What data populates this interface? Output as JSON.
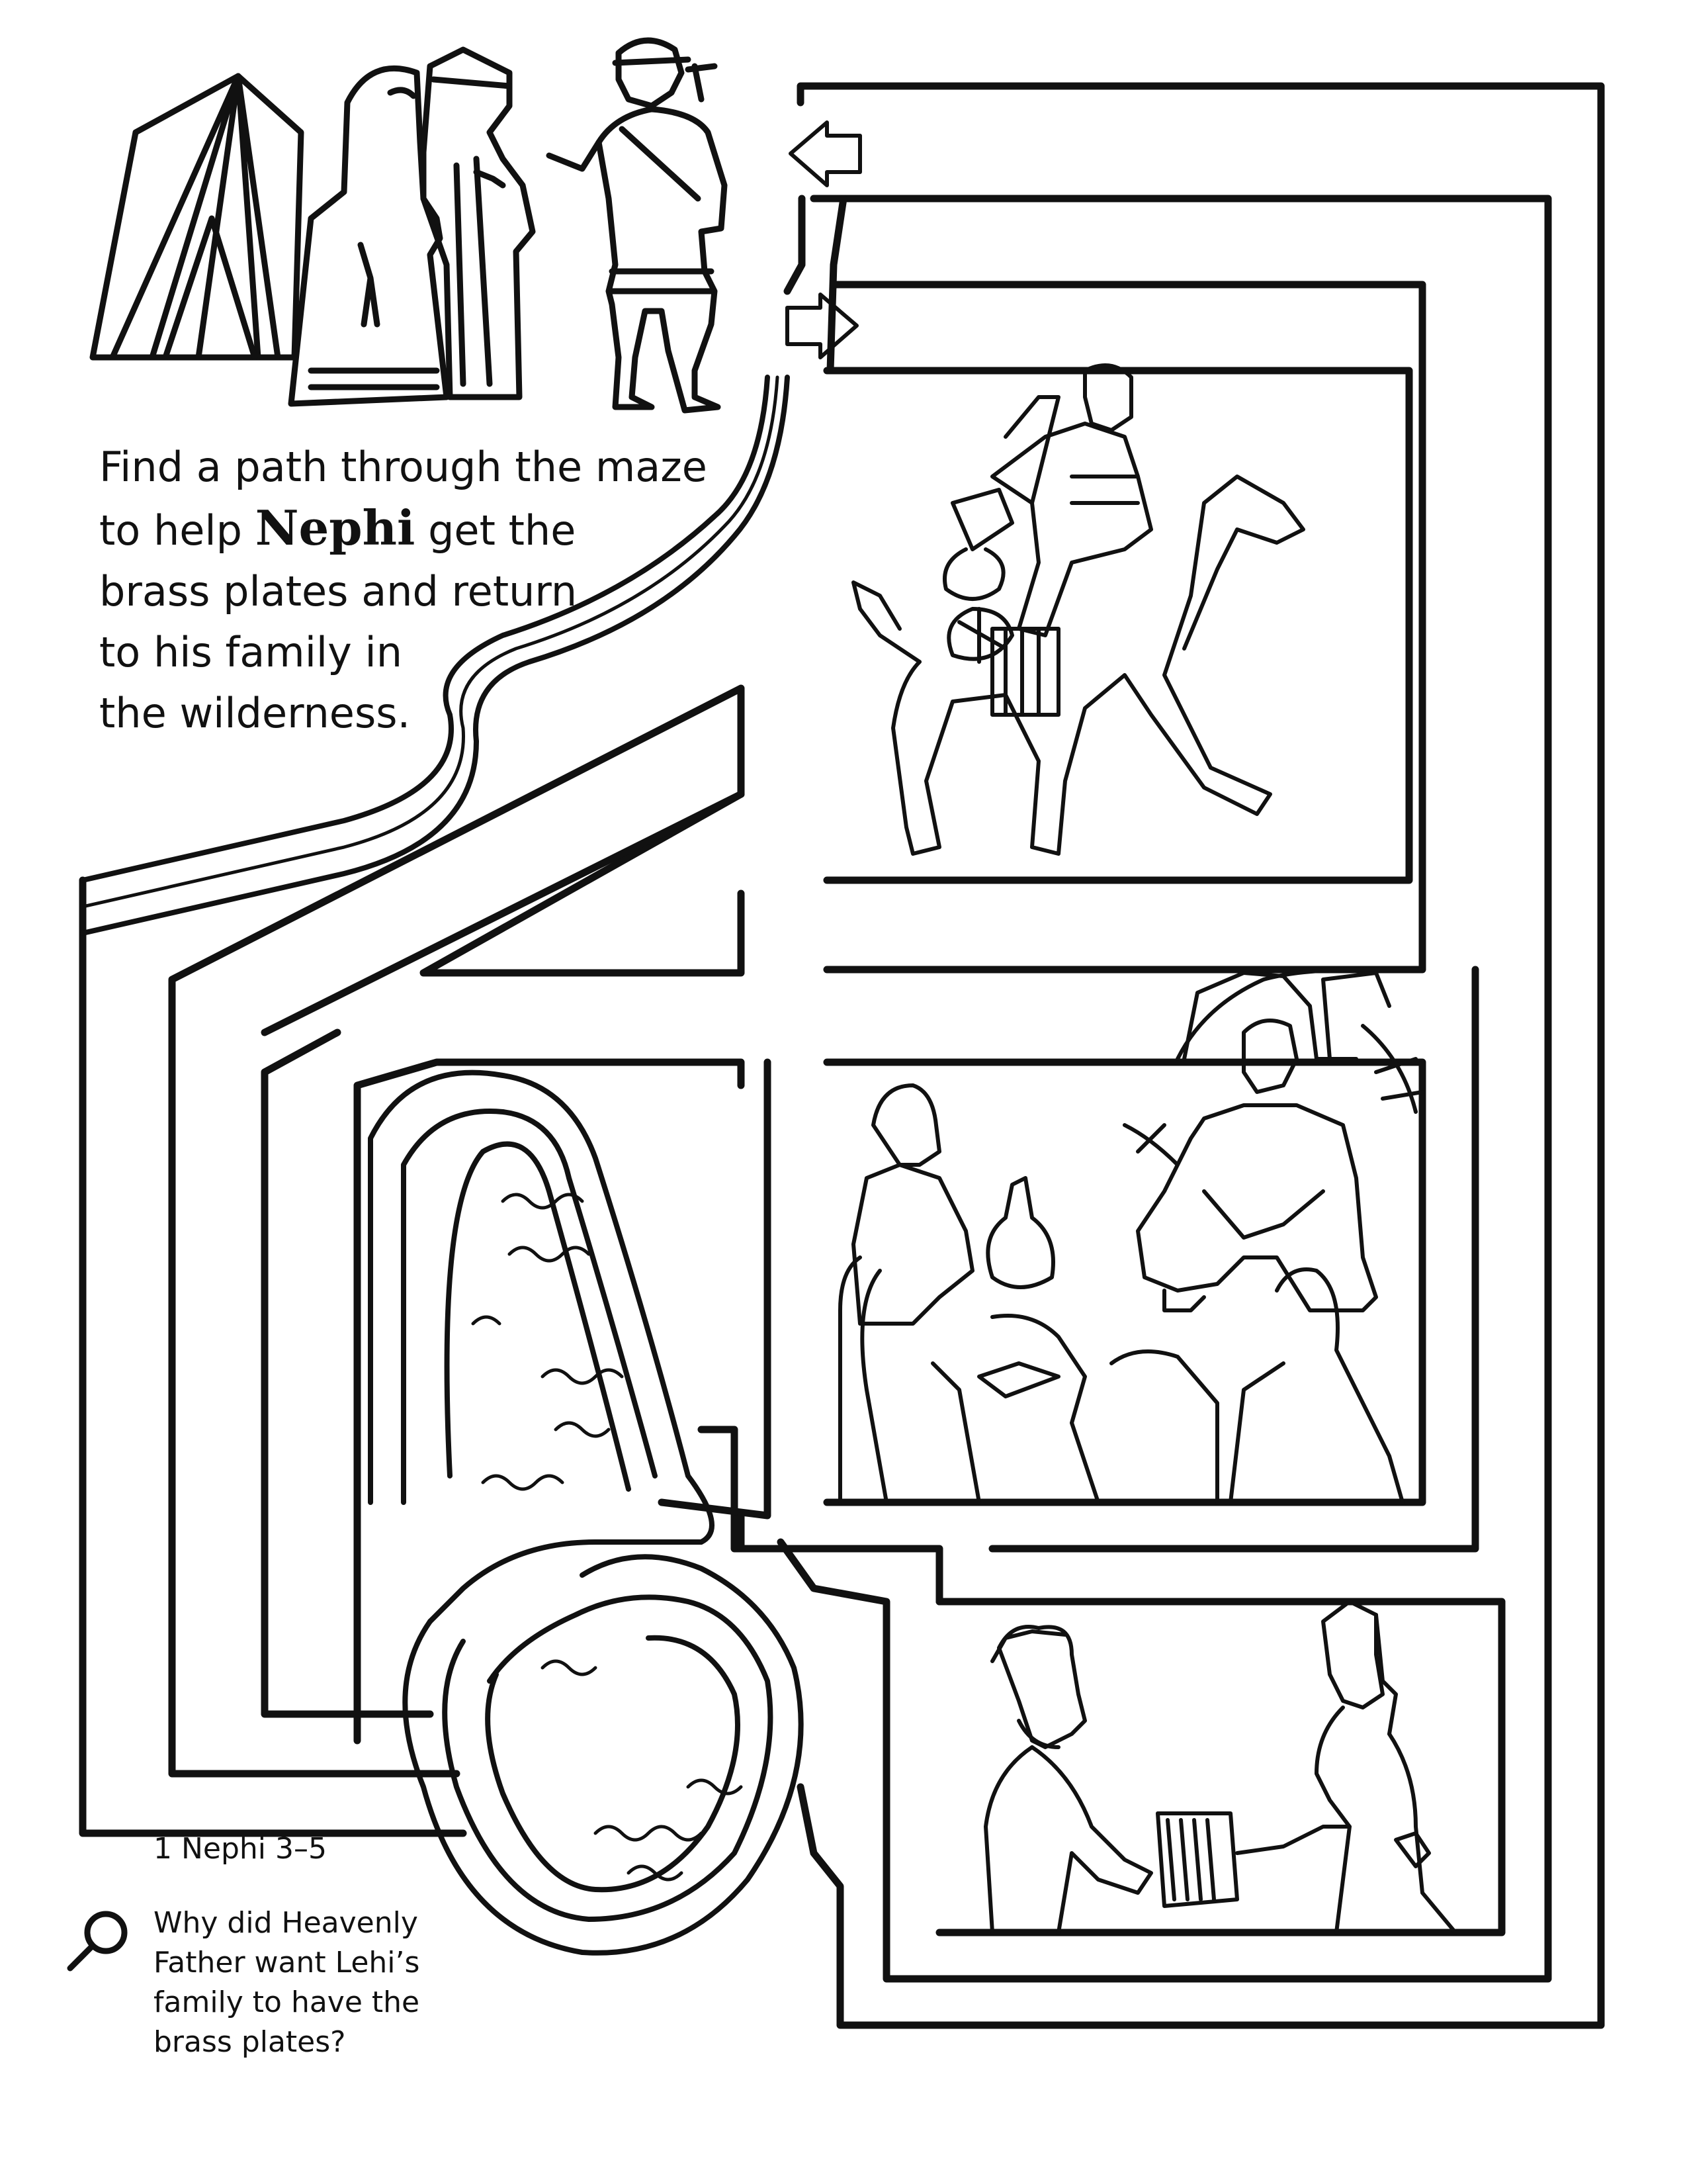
{
  "instructions": {
    "line1": "Find a path through the maze",
    "line2_before": "to help ",
    "name": "Nephi",
    "line2_after": " get the",
    "line3": "brass plates and return",
    "line4": "to his family in",
    "line5": "the wilderness."
  },
  "reference": "1 Nephi 3–5",
  "question": {
    "line1": "Why did Heavenly",
    "line2": "Father want Lehi’s",
    "line3": "family to have the",
    "line4": "brass plates?"
  },
  "icons": {
    "magnifier": "magnifying-glass-icon",
    "arrow_left": "arrow-left-icon",
    "arrow_right": "arrow-right-icon"
  },
  "colors": {
    "ink": "#111111",
    "paper": "#ffffff"
  }
}
